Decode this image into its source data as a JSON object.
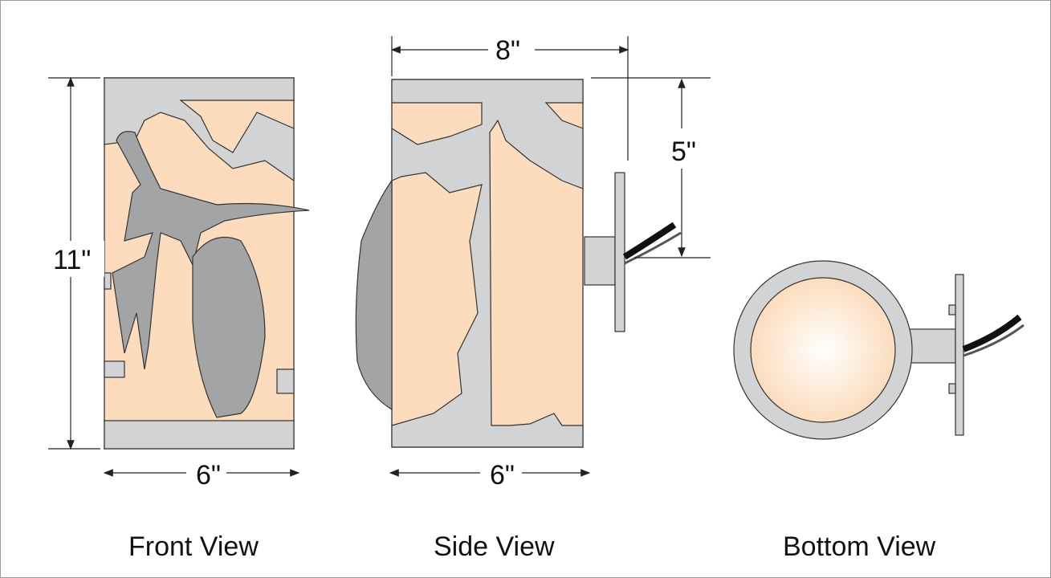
{
  "dimensions": {
    "front_height": "11\"",
    "front_width": "6\"",
    "side_depth": "8\"",
    "side_width": "6\"",
    "mount_height": "5\""
  },
  "views": {
    "front": "Front View",
    "side": "Side View",
    "bottom": "Bottom View"
  },
  "colors": {
    "shade": "#fcdcbc",
    "metal_light": "#d2d3d5",
    "metal_dark": "#a2a4a6"
  }
}
